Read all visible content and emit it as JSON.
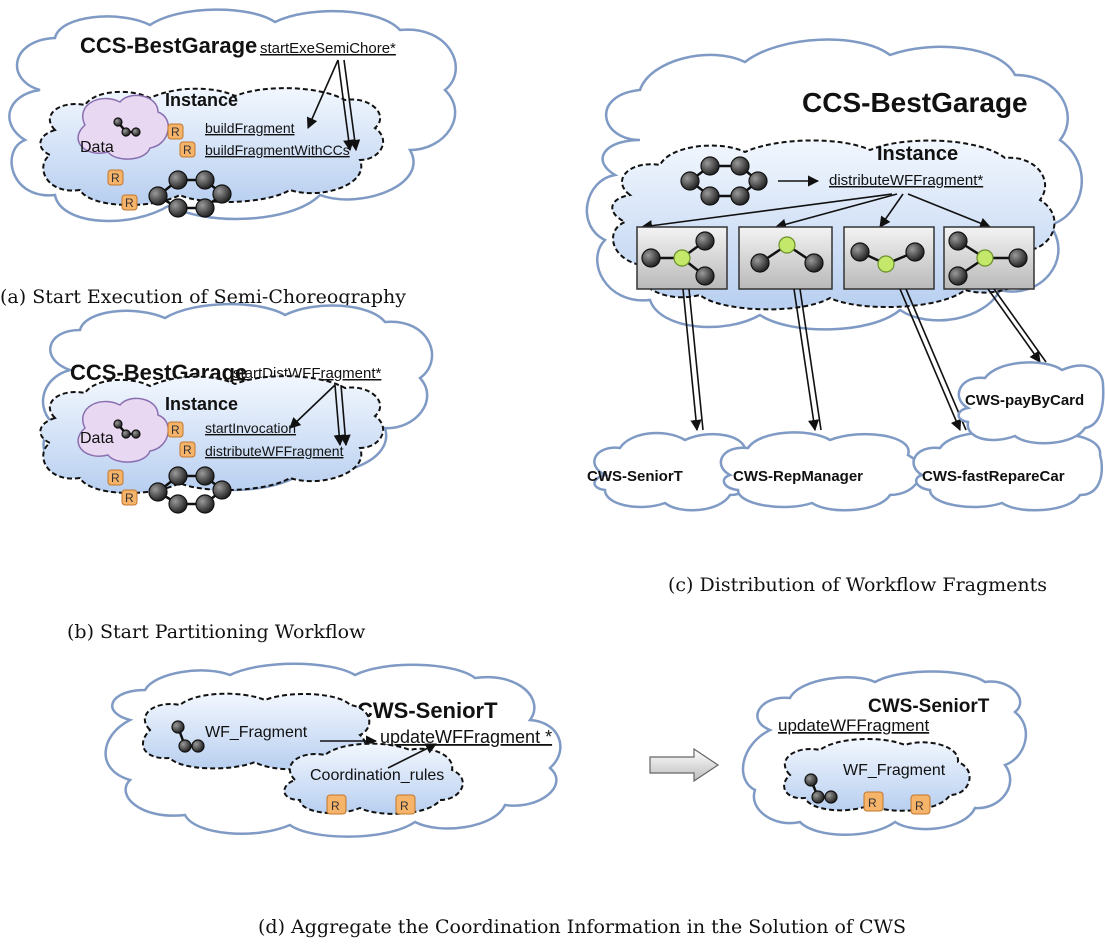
{
  "panel_a": {
    "title": "CCS-BestGarage",
    "method_top": "startExeSemiChore*",
    "instance_label": "Instance",
    "data_label": "Data",
    "method_1": "buildFragment",
    "method_2": "buildFragmentWithCCs",
    "rule_label": "R",
    "caption": "(a) Start Execution of Semi-Choreography"
  },
  "panel_b": {
    "title": "CCS-BestGarage",
    "method_top": "startDistWFFragment*",
    "instance_label": "Instance",
    "data_label": "Data",
    "method_1": "startInvocation",
    "method_2": "distributeWFFragment",
    "rule_label": "R",
    "caption": "(b) Start Partitioning Workflow"
  },
  "panel_c": {
    "title": "CCS-BestGarage",
    "instance_label": "Instance",
    "method": "distributeWFFragment*",
    "services": [
      "CWS-SeniorT",
      "CWS-RepManager",
      "CWS-fastRepareCar",
      "CWS-payByCard"
    ],
    "caption": "(c) Distribution of Workflow Fragments"
  },
  "panel_d": {
    "left_title": "CWS-SeniorT",
    "wf_fragment": "WF_Fragment",
    "method": "updateWFFragment *",
    "coordination_rules": "Coordination_rules",
    "right_title": "CWS-SeniorT",
    "right_method": "updateWFFragment",
    "right_wf_fragment": "WF_Fragment",
    "rule_label": "R",
    "caption": "(d) Aggregate the Coordination Information in the Solution of CWS"
  },
  "colors": {
    "outer_cloud_stroke": "#7f9ac4",
    "inner_cloud_fill": "#c9dcf5",
    "rule_box": "#f6b36a",
    "active_node": "#c3e86a"
  }
}
